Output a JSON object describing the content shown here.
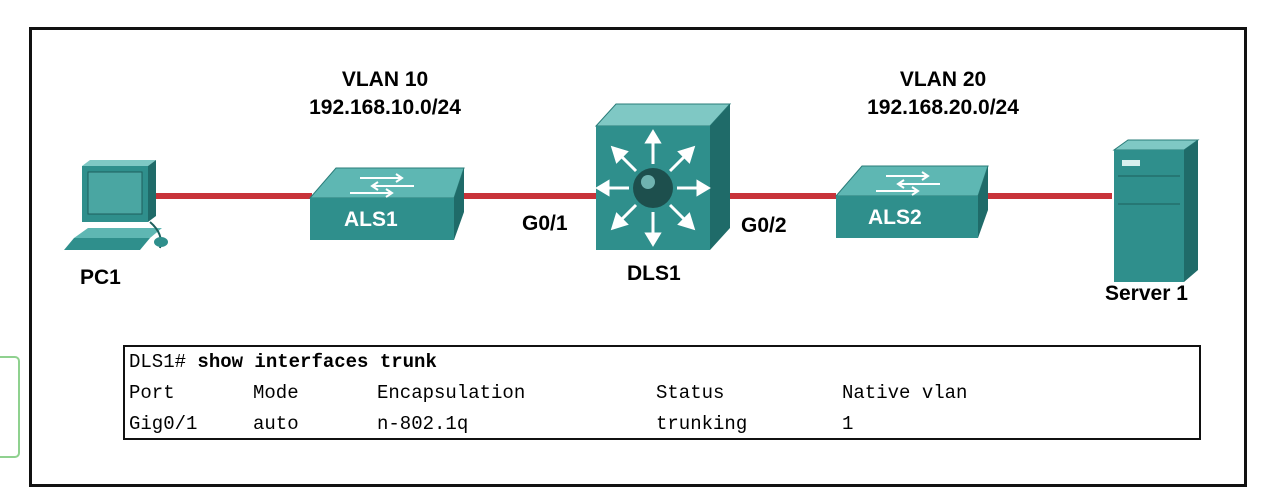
{
  "vlans": [
    {
      "name": "VLAN 10",
      "subnet": "192.168.10.0/24"
    },
    {
      "name": "VLAN 20",
      "subnet": "192.168.20.0/24"
    }
  ],
  "devices": {
    "pc1": "PC1",
    "als1": "ALS1",
    "dls1": "DLS1",
    "als2": "ALS2",
    "server1": "Server 1"
  },
  "ports": {
    "dls1_left": "G0/1",
    "dls1_right": "G0/2"
  },
  "colors": {
    "link": "#c8333a",
    "switch_face": "#2f8f8c",
    "switch_top": "#5eb7b3",
    "switch_side": "#1f6b69",
    "frame_border": "#111111",
    "side_tab_border": "#8fd18f"
  },
  "cli": {
    "prompt": "DLS1# ",
    "command": "show interfaces trunk",
    "headers": [
      "Port",
      "Mode",
      "Encapsulation",
      "Status",
      "Native vlan"
    ],
    "rows": [
      [
        "Gig0/1",
        "auto",
        "n-802.1q",
        "trunking",
        "1"
      ]
    ]
  }
}
